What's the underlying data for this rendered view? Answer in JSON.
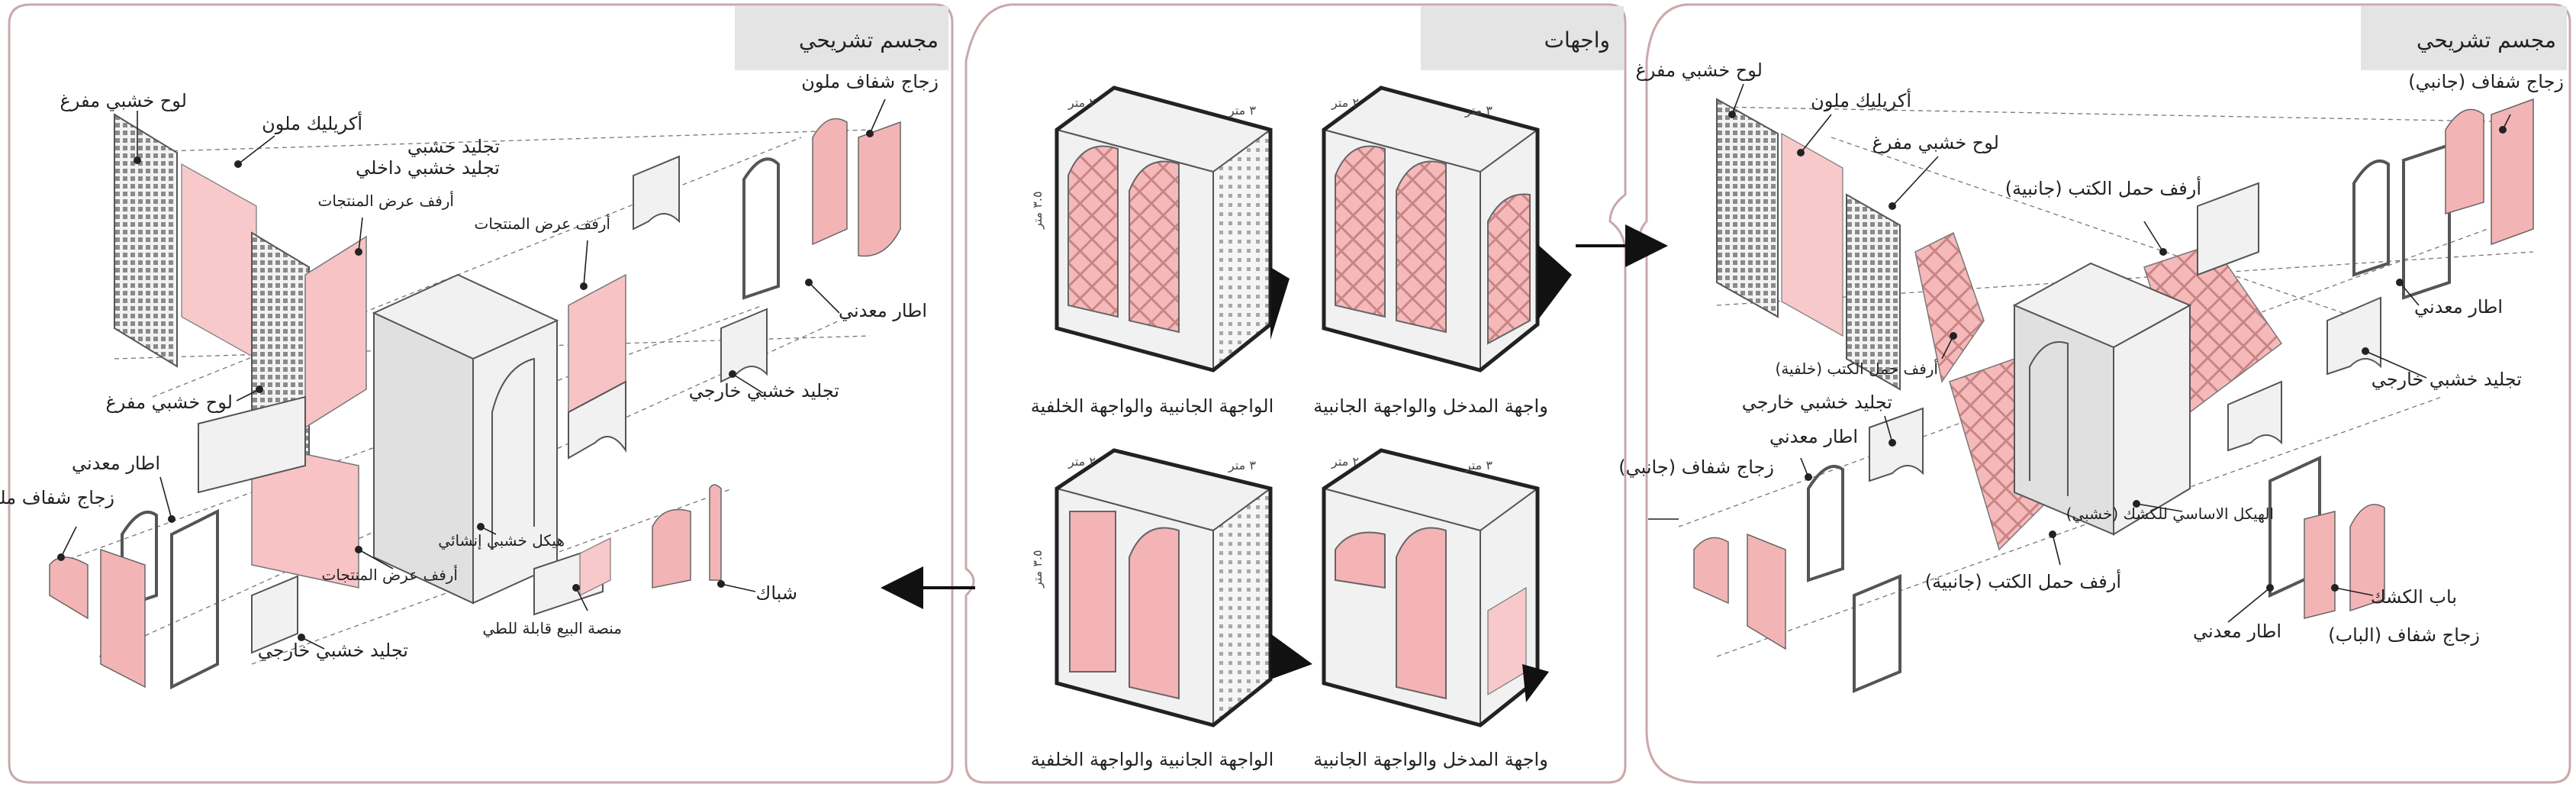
{
  "panels": {
    "left": {
      "title": "مجسم تشريحي",
      "labels": {
        "perforated_wood_top": "لوح خشبي مفرغ",
        "colored_acrylic": "أكريليك ملون",
        "inner_wood_cladding": "تجليد خشبي داخلي",
        "product_shelves_1": "أرفف عرض المنتجات",
        "product_shelves_2": "أرفف عرض المنتجات",
        "colored_glass": "زجاج شفاف ملون",
        "metal_frame_right": "اطار معدني",
        "outer_cladding_right": "تجليد خشبي خارجي",
        "perforated_wood_bottom": "لوح خشبي مفرغ",
        "metal_frame_left": "اطار معدني",
        "colored_glass_left": "زجاج شفاف ملون",
        "structure": "هيكل خشبي إنشائي",
        "product_shelves_3": "أرفف عرض المنتجات",
        "folding_platform": "منصة البيع قابلة للطي",
        "window": "شباك",
        "outer_cladding_bottom": "تجليد خشبي خارجي"
      }
    },
    "middle": {
      "title": "واجهات",
      "captions": {
        "top_left": "الواجهة الجانبية والواجهة الخلفية",
        "top_right": "واجهة المدخل والواجهة الجانبية",
        "bottom_left": "الواجهة الجانبية والواجهة الخلفية",
        "bottom_right": "واجهة المدخل والواجهة الجانبية"
      },
      "dims": {
        "width": "٣ متر",
        "depth": "٢ متر",
        "height": "٣.٥ متر"
      }
    },
    "right": {
      "title": "مجسم تشريحي",
      "labels": {
        "perforated_wood_top": "لوح خشبي مفرغ",
        "colored_acrylic": "أكريليك ملون",
        "perforated_wood_mid": "لوح خشبي مفرغ",
        "book_shelves_side_top": "أرفف حمل الكتب (جانبية)",
        "clear_glass_side_top": "زجاج شفاف (جانبي)",
        "metal_frame_top": "اطار معدني",
        "book_shelves_back": "أرفف حمل الكتب (خلفية)",
        "outer_cladding_left": "تجليد خشبي خارجي",
        "outer_cladding_right": "تجليد خشبي خارجي",
        "metal_frame_left": "اطار معدني",
        "clear_glass_side_left": "زجاج شفاف (جانبي)",
        "kiosk_structure": "الهيكل الاساسي للكشك (خشبي)",
        "book_shelves_side_bottom": "أرفف حمل الكتب (جانبية)",
        "metal_frame_bottom": "اطار معدني",
        "kiosk_door": "باب الكشك",
        "door_glass": "زجاج شفاف (الباب)"
      }
    }
  },
  "colors": {
    "accent_pink": "#f3b4b5",
    "frame": "#c9a9aa",
    "tab": "#e4e4e4"
  },
  "arrows": [
    "arrow-left-icon",
    "arrow-right-icon"
  ]
}
